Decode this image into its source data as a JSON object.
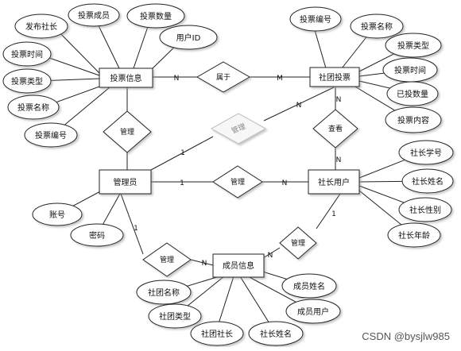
{
  "entities": {
    "vote_info": "投票信息",
    "club_vote": "社团投票",
    "admin": "管理员",
    "leader_user": "社长用户",
    "member_info": "成员信息"
  },
  "attributes": {
    "vote_info": [
      "发布社长",
      "投票时间",
      "投票类型",
      "投票名称",
      "投票编号",
      "投票成员",
      "投票数量",
      "用户ID"
    ],
    "club_vote": [
      "投票编号",
      "投票名称",
      "投票类型",
      "投票时间",
      "已投数量",
      "投票内容"
    ],
    "admin": [
      "账号",
      "密码"
    ],
    "leader_user": [
      "社长学号",
      "社长姓名",
      "社长性别",
      "社长年龄"
    ],
    "member_info": [
      "社团名称",
      "社团类型",
      "社团社长",
      "社长姓名",
      "成员用户",
      "成员姓名"
    ]
  },
  "relationships": {
    "belongs": "属于",
    "manage_vote_info": "管理",
    "manage_club_vote": "管理",
    "manage_leader": "管理",
    "manage_member": "管理",
    "view": "查看",
    "manage_member_leader": "管理"
  },
  "cardinalities": {
    "belongs_left": "N",
    "belongs_right": "M",
    "view_top": "N",
    "view_bottom": "N",
    "admin_clubvote_admin": "1",
    "admin_clubvote_vote": "N",
    "admin_leader_admin": "1",
    "admin_leader_leader": "N",
    "admin_member_admin": "1",
    "admin_member_member": "N",
    "leader_member_member": "N",
    "leader_member_leader": "1"
  },
  "watermark": "CSDN @bysjlw985"
}
